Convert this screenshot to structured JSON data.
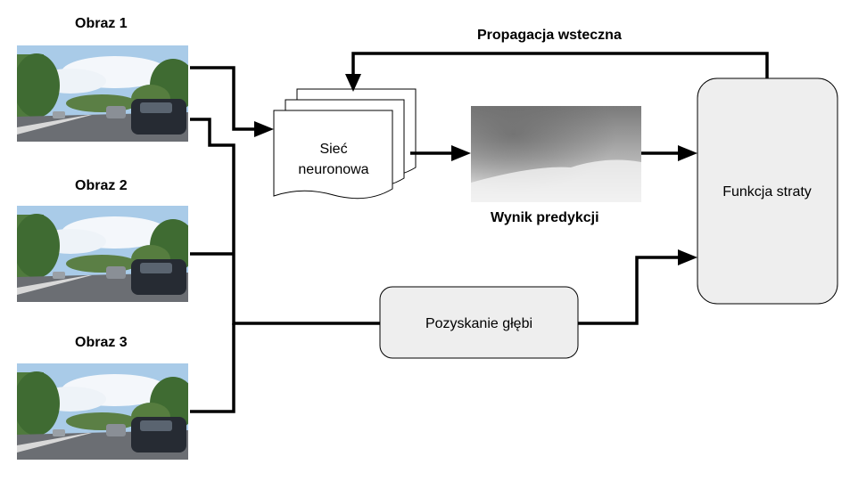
{
  "inputs": [
    {
      "label": "Obraz 1"
    },
    {
      "label": "Obraz 2"
    },
    {
      "label": "Obraz 3"
    }
  ],
  "network": {
    "line1": "Sieć",
    "line2": "neuronowa"
  },
  "prediction": {
    "label": "Wynik predykcji"
  },
  "loss": {
    "label": "Funkcja straty"
  },
  "depth": {
    "label": "Pozyskanie głębi"
  },
  "backprop": {
    "label": "Propagacja wsteczna"
  },
  "colors": {
    "box_fill": "#eeeeee",
    "stroke": "#000000",
    "sky": "#a9cbe8",
    "tree": "#3f6b32",
    "road": "#6b6e73"
  }
}
